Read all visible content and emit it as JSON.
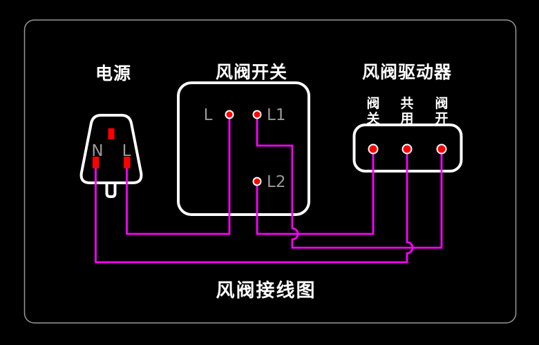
{
  "diagram": {
    "title": "风阀接线图",
    "colors": {
      "background": "#000000",
      "wire": "#ff00ff",
      "terminal": "#ff0000",
      "outline": "#ffffff",
      "frame": "#9a9a9a",
      "pin_label": "#9b9b9b"
    }
  },
  "power": {
    "title": "电源",
    "neutral_label": "N",
    "live_label": "L"
  },
  "switch": {
    "title": "风阀开关",
    "terminal_l": "L",
    "terminal_l1": "L1",
    "terminal_l2": "L2"
  },
  "driver": {
    "title": "风阀驱动器",
    "close_line1": "阀",
    "close_line2": "关",
    "common_line1": "共",
    "common_line2": "用",
    "open_line1": "阀",
    "open_line2": "开"
  },
  "connections": [
    {
      "from": "电源 L",
      "to": "风阀开关 L"
    },
    {
      "from": "电源 N",
      "to": "风阀驱动器 共用"
    },
    {
      "from": "风阀开关 L1",
      "to": "风阀驱动器 阀开"
    },
    {
      "from": "风阀开关 L2",
      "to": "风阀驱动器 阀关"
    }
  ]
}
